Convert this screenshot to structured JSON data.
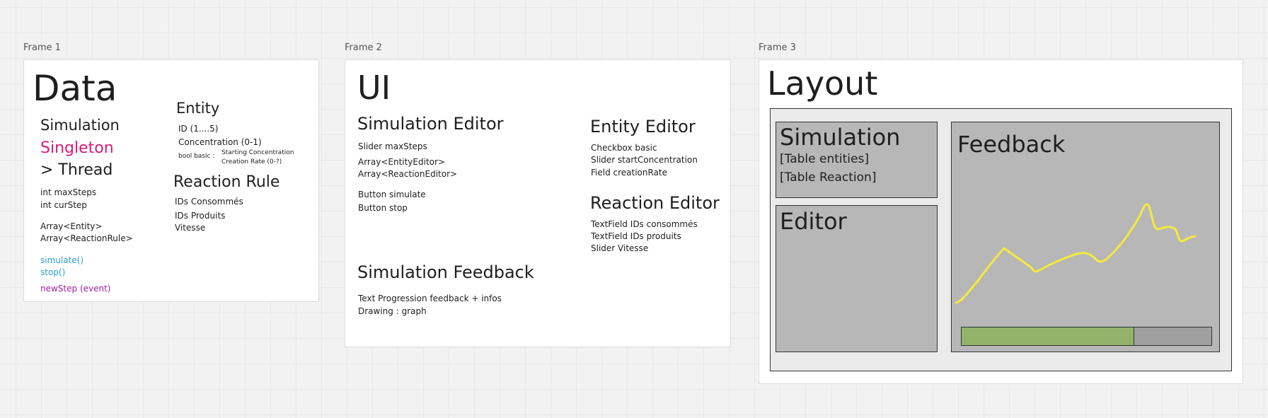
{
  "frame1": {
    "label": "Frame 1",
    "title": "Data",
    "simulation": "Simulation",
    "singleton": "Singleton",
    "thread": "> Thread",
    "fields": [
      "int maxSteps",
      "int curStep"
    ],
    "arrays": [
      "Array<Entity>",
      "Array<ReactionRule>"
    ],
    "methods": [
      "simulate()",
      "stop()"
    ],
    "event": "newStep (event)",
    "entity": {
      "heading": "Entity",
      "id": "ID (1....5)",
      "concentration": "Concentration (0-1)",
      "bool_basic": "bool basic :",
      "starting_conc": "Starting Concentration",
      "creation_rate": "Creation Rate (0-?)"
    },
    "reaction_rule": {
      "heading": "Reaction Rule",
      "items": [
        "IDs Consommés",
        "IDs Produits",
        "Vitesse"
      ]
    },
    "colors": {
      "singleton": "#d81b7a",
      "methods": "#2a9fd6",
      "event": "#a020a0"
    }
  },
  "frame2": {
    "label": "Frame 2",
    "title": "UI",
    "sim_editor": {
      "heading": "Simulation Editor",
      "items": [
        "Slider maxSteps",
        "Array<EntityEditor>",
        "Array<ReactionEditor>",
        "Button simulate",
        "Button stop"
      ]
    },
    "entity_editor": {
      "heading": "Entity Editor",
      "items": [
        "Checkbox basic",
        "Slider startConcentration",
        "Field creationRate"
      ]
    },
    "reaction_editor": {
      "heading": "Reaction Editor",
      "items": [
        "TextField IDs consommés",
        "TextField IDs produits",
        "Slider Vitesse"
      ]
    },
    "sim_feedback": {
      "heading": "Simulation Feedback",
      "items": [
        "Text Progression feedback + infos",
        "Drawing : graph"
      ]
    }
  },
  "frame3": {
    "label": "Frame 3",
    "title": "Layout",
    "sim_panel": {
      "title": "Simulation",
      "items": [
        "[Table entities]",
        "[Table Reaction]"
      ]
    },
    "editor_panel": {
      "title": "Editor"
    },
    "feedback_panel": {
      "title": "Feedback"
    },
    "progress": 0.69,
    "colors": {
      "panel": "#b7b7b7",
      "outer": "#ebebeb",
      "progress_fill": "#93b36b",
      "progress_track": "#a0a0a0",
      "graph_line": "#f5ea3c"
    }
  }
}
